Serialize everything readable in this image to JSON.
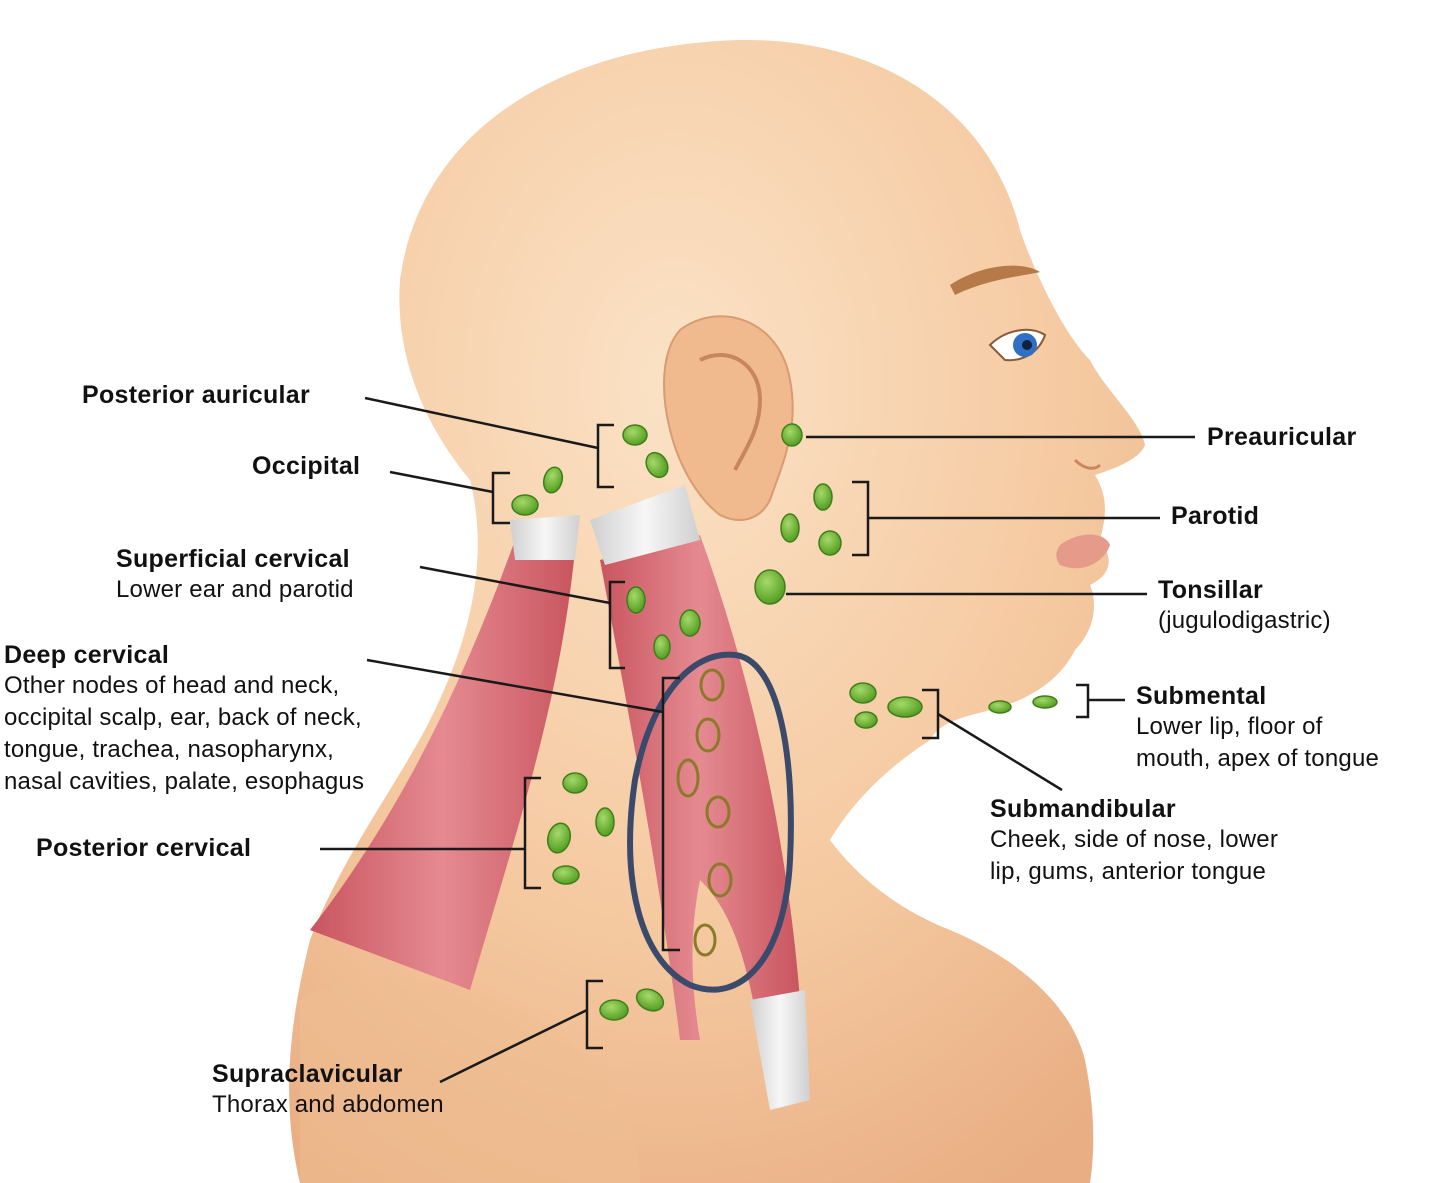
{
  "labels": {
    "posterior_auricular": {
      "title": "Posterior auricular"
    },
    "occipital": {
      "title": "Occipital"
    },
    "superficial_cervical": {
      "title": "Superficial cervical",
      "desc": [
        "Lower ear and parotid"
      ]
    },
    "deep_cervical": {
      "title": "Deep cervical",
      "desc": [
        "Other nodes of head and neck,",
        "occipital scalp, ear, back of neck,",
        "tongue, trachea, nasopharynx,",
        "nasal cavities, palate, esophagus"
      ]
    },
    "posterior_cervical": {
      "title": "Posterior cervical"
    },
    "supraclavicular": {
      "title": "Supraclavicular",
      "desc": [
        "Thorax and abdomen"
      ]
    },
    "preauricular": {
      "title": "Preauricular"
    },
    "parotid": {
      "title": "Parotid"
    },
    "tonsillar": {
      "title": "Tonsillar",
      "desc": [
        "(jugulodigastric)"
      ]
    },
    "submental": {
      "title": "Submental",
      "desc": [
        "Lower lip, floor of",
        "mouth, apex of tongue"
      ]
    },
    "submandibular": {
      "title": "Submandibular",
      "desc": [
        "Cheek, side of nose, lower",
        "lip, gums, anterior tongue"
      ]
    }
  },
  "colors": {
    "skin": "#f6cfa8",
    "muscle": "#d9707a",
    "tendon": "#e4e4e4",
    "node": "#6ab42f",
    "leader_line": "#1a1a1a",
    "annotation_circle": "#3b4a6b"
  }
}
